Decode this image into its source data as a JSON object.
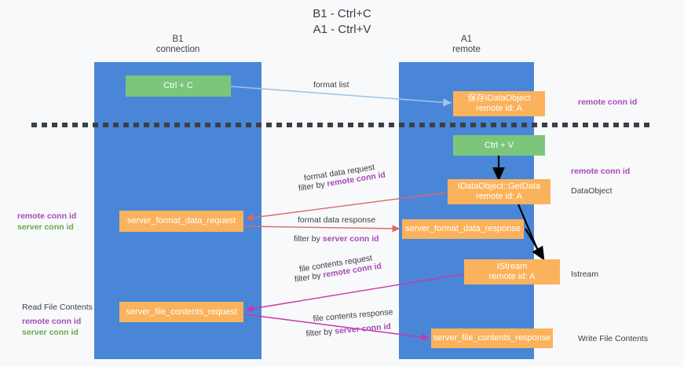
{
  "title": {
    "line1": "B1 - Ctrl+C",
    "line2": "A1 - Ctrl+V"
  },
  "lanes": [
    {
      "id": "b1",
      "line1": "B1",
      "line2": "connection",
      "color": "#4a86d8"
    },
    {
      "id": "a1",
      "line1": "A1",
      "line2": "remote",
      "color": "#4a86d8"
    }
  ],
  "colors": {
    "lane_blue": "#4a86d8",
    "node_green": "#7bc67b",
    "node_orange": "#fbb25c",
    "accent_purple": "#a64ab8",
    "accent_green_text": "#6aa84f",
    "arrow_lightblue": "#9fc5e8",
    "arrow_red": "#e06666",
    "arrow_magenta": "#c837ab",
    "arrow_black": "#000000",
    "page_bg": "#f8f9fa",
    "text": "#3c4043"
  },
  "nodes": {
    "ctrl_c": {
      "label": "Ctrl + C",
      "sub": "",
      "kind": "green"
    },
    "idataobject": {
      "label": "保存IDataObject",
      "sub": "remote id: A",
      "kind": "orange"
    },
    "ctrl_v": {
      "label": "Ctrl + V",
      "sub": "",
      "kind": "green"
    },
    "getdata": {
      "label": "IDataObject::GetData",
      "sub": "remote id: A",
      "kind": "orange"
    },
    "server_format_data_request": {
      "label": "server_format_data_request",
      "sub": "",
      "kind": "orange"
    },
    "server_format_data_response": {
      "label": "server_format_data_response",
      "sub": "",
      "kind": "orange"
    },
    "istream": {
      "label": "IStream",
      "sub": "remote id: A",
      "kind": "orange"
    },
    "server_file_contents_request": {
      "label": "server_file_contents_request",
      "sub": "",
      "kind": "orange"
    },
    "server_file_contents_response": {
      "label": "server_file_contents_response",
      "sub": "",
      "kind": "orange"
    }
  },
  "annotations": {
    "remote_conn_id_top": "remote conn id",
    "remote_conn_id_mid": "remote conn id",
    "dataobject": "DataObject",
    "istream": "Istream",
    "write_file_contents": "Write File Contents",
    "left_remote_conn_id": "remote conn id",
    "left_server_conn_id": "server conn id",
    "read_file_contents": "Read File Contents",
    "left_remote_conn_id_2": "remote conn id",
    "left_server_conn_id_2": "server conn id"
  },
  "edge_labels": {
    "format_list": "format list",
    "format_data_request": "format data request",
    "filter_by_remote_1_prefix": "filter by ",
    "filter_by_remote_1_value": "remote conn id",
    "format_data_response": "format data response",
    "filter_by_server_1_prefix": "filter by ",
    "filter_by_server_1_value": "server conn id",
    "file_contents_request": "file contents request",
    "filter_by_remote_2_prefix": "filter by ",
    "filter_by_remote_2_value": "remote conn id",
    "file_contents_response": "file contents response",
    "filter_by_server_2_prefix": "filter by ",
    "filter_by_server_2_value": "server conn id"
  }
}
